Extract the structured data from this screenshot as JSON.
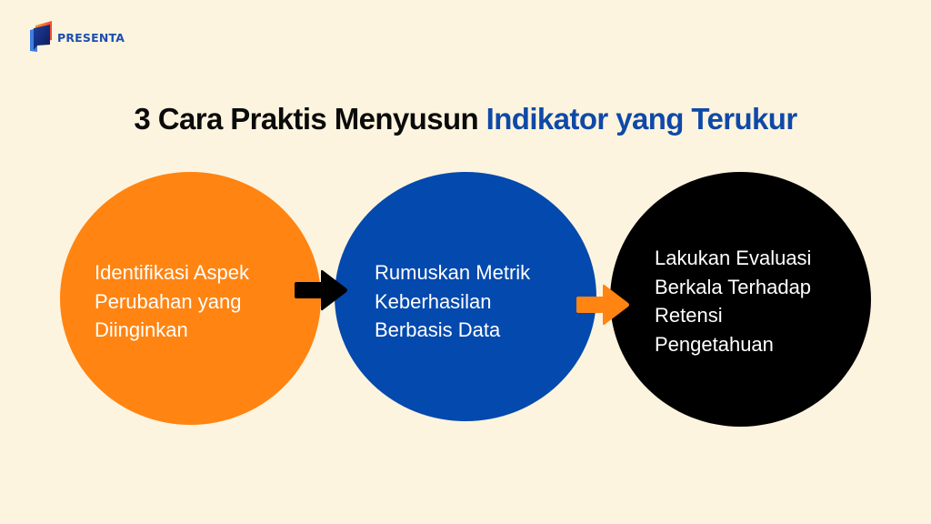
{
  "brand": {
    "name": "PRESENTA",
    "logo_icon": "presenta-logo-icon",
    "color": "#1d4fb0"
  },
  "title": {
    "part1": "3 Cara Praktis Menyusun ",
    "part2": "Indikator yang Terukur",
    "color_main": "#0b0b0b",
    "color_accent": "#0f49a8"
  },
  "steps": [
    {
      "lines": [
        "Identifikasi Aspek",
        "Perubahan yang",
        "Diinginkan"
      ],
      "color": "#ff8412"
    },
    {
      "lines": [
        "Rumuskan Metrik",
        "Keberhasilan",
        "Berbasis Data"
      ],
      "color": "#0449ad"
    },
    {
      "lines": [
        "Lakukan Evaluasi",
        "Berkala Terhadap",
        "Retensi",
        "Pengetahuan"
      ],
      "color": "#000000"
    }
  ],
  "arrows": [
    {
      "icon": "arrow-right-icon",
      "color": "#000000"
    },
    {
      "icon": "arrow-right-icon",
      "color": "#ff8412"
    }
  ],
  "background": "#fdf4df"
}
